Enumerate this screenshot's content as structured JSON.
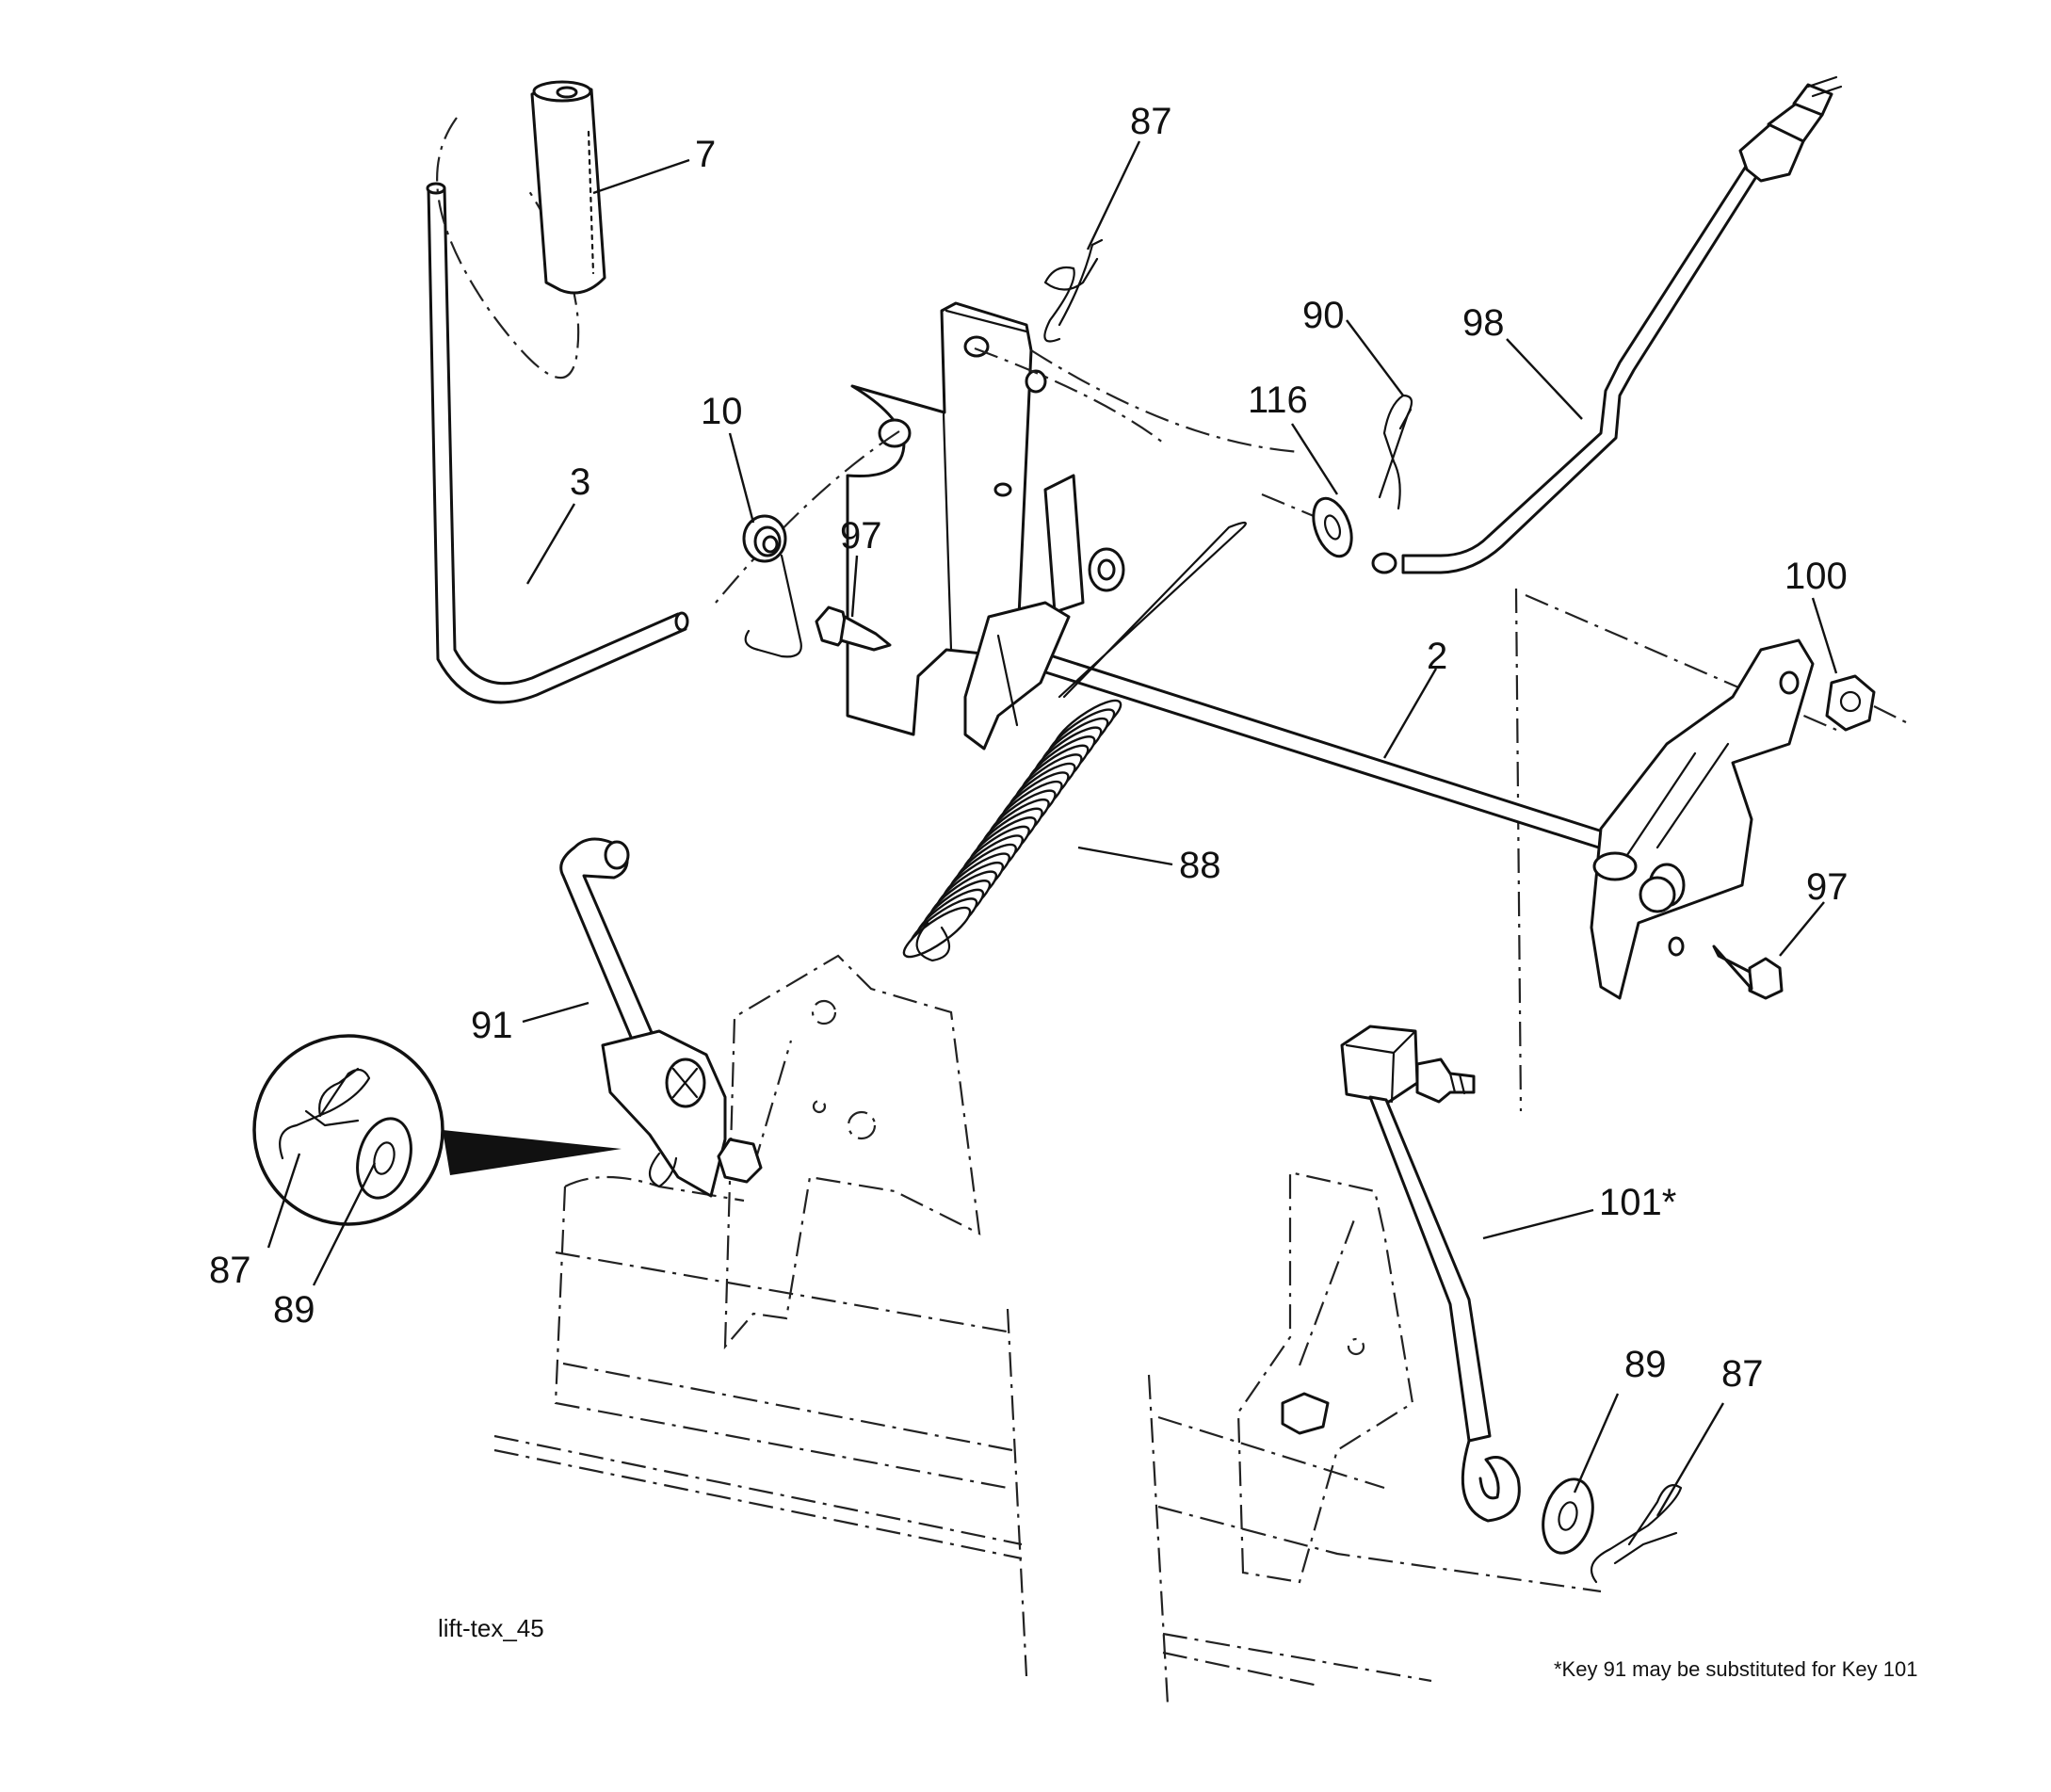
{
  "drawing_id": "lift-tex_45",
  "footnote": "*Key 91 may be substituted for Key 101",
  "callouts": {
    "c7": "7",
    "c87_top": "87",
    "c90": "90",
    "c98": "98",
    "c116": "116",
    "c10": "10",
    "c3": "3",
    "c97_top": "97",
    "c2": "2",
    "c100": "100",
    "c88": "88",
    "c97_right": "97",
    "c91": "91",
    "c87_inset": "87",
    "c89_inset": "89",
    "c101": "101*",
    "c89_bottom": "89",
    "c87_bottom": "87"
  }
}
